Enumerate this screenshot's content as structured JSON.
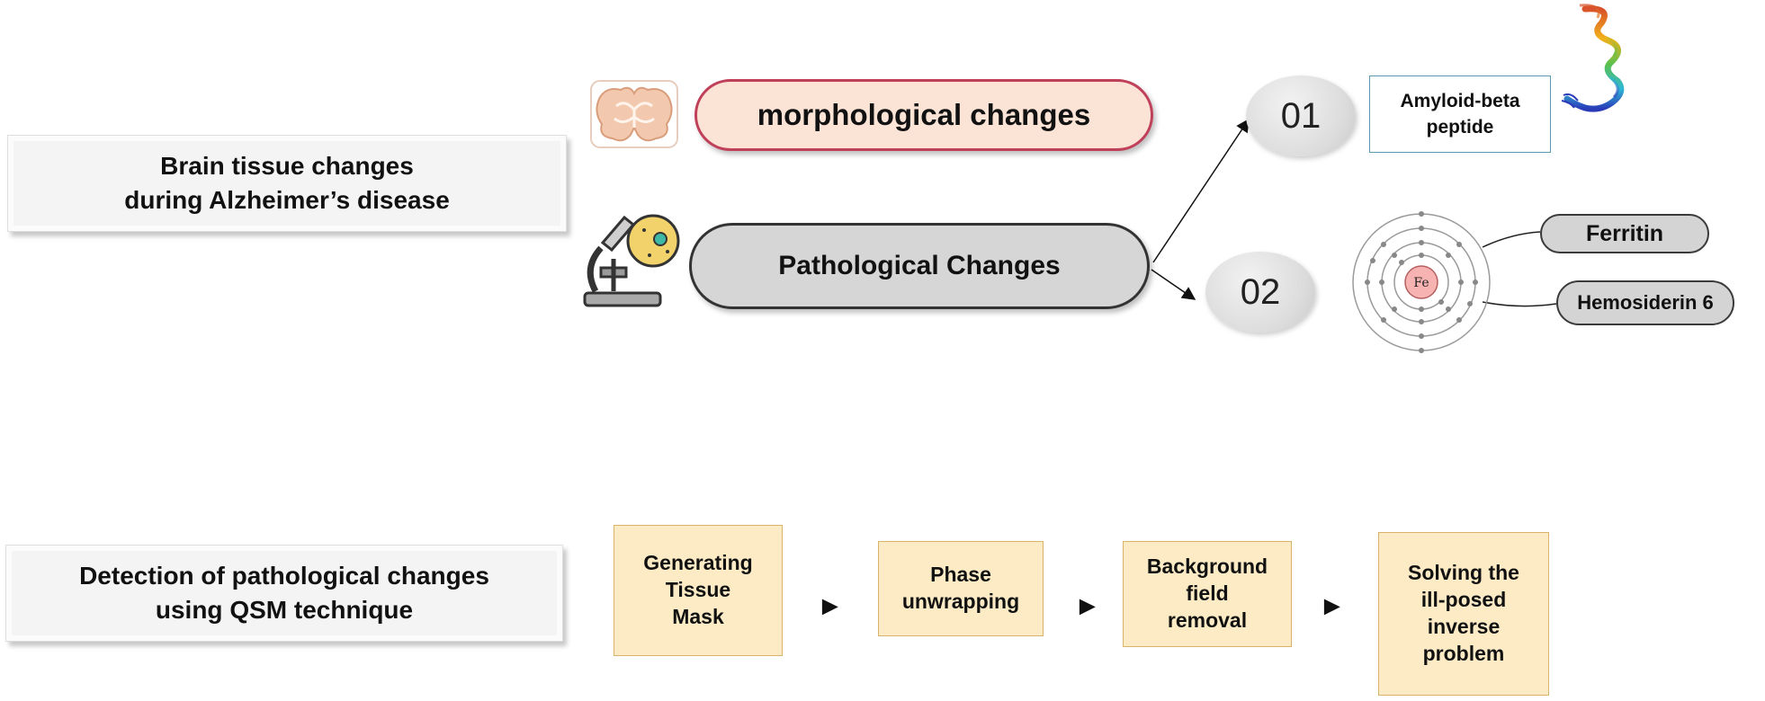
{
  "left_boxes": {
    "brain_changes": "Brain tissue changes\nduring Alzheimer’s  disease",
    "detection": "Detection of pathological changes\nusing QSM technique"
  },
  "branches": {
    "morphological": "morphological changes",
    "pathological": "Pathological  Changes"
  },
  "markers": {
    "m01": "01",
    "m02": "02"
  },
  "amyloid_label": "Amyloid-beta\npeptide",
  "iron": {
    "element": "Fe",
    "ferritin": "Ferritin",
    "hemosiderin": "Hemosiderin 6"
  },
  "pipeline": {
    "arrow_glyph": "►",
    "steps": [
      "Generating\nTissue\nMask",
      "Phase\nunwrapping",
      "Background\nfield\nremoval",
      "Solving the\nill-posed\ninverse\nproblem"
    ]
  },
  "colors": {
    "morph_fill": "#fbe3d6",
    "morph_border": "#c0405a",
    "path_fill": "#d6d6d6",
    "path_border": "#333333",
    "step_fill": "#fdebc6",
    "step_border": "#d9b36a",
    "amyloid_border": "#5b9bb0"
  }
}
